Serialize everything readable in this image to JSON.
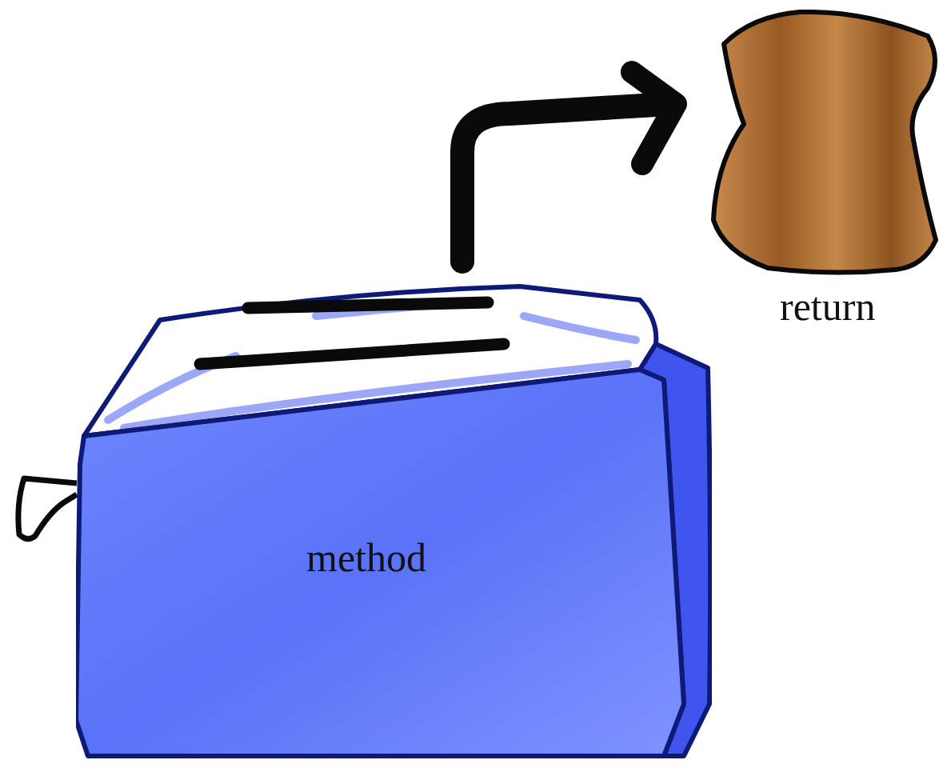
{
  "diagram": {
    "nodes": [
      {
        "text": [
          "method"
        ]
      },
      {
        "text": [
          "return"
        ]
      }
    ],
    "edges": [
      {
        "from": 0,
        "to": 1,
        "arrow": "to"
      }
    ]
  }
}
